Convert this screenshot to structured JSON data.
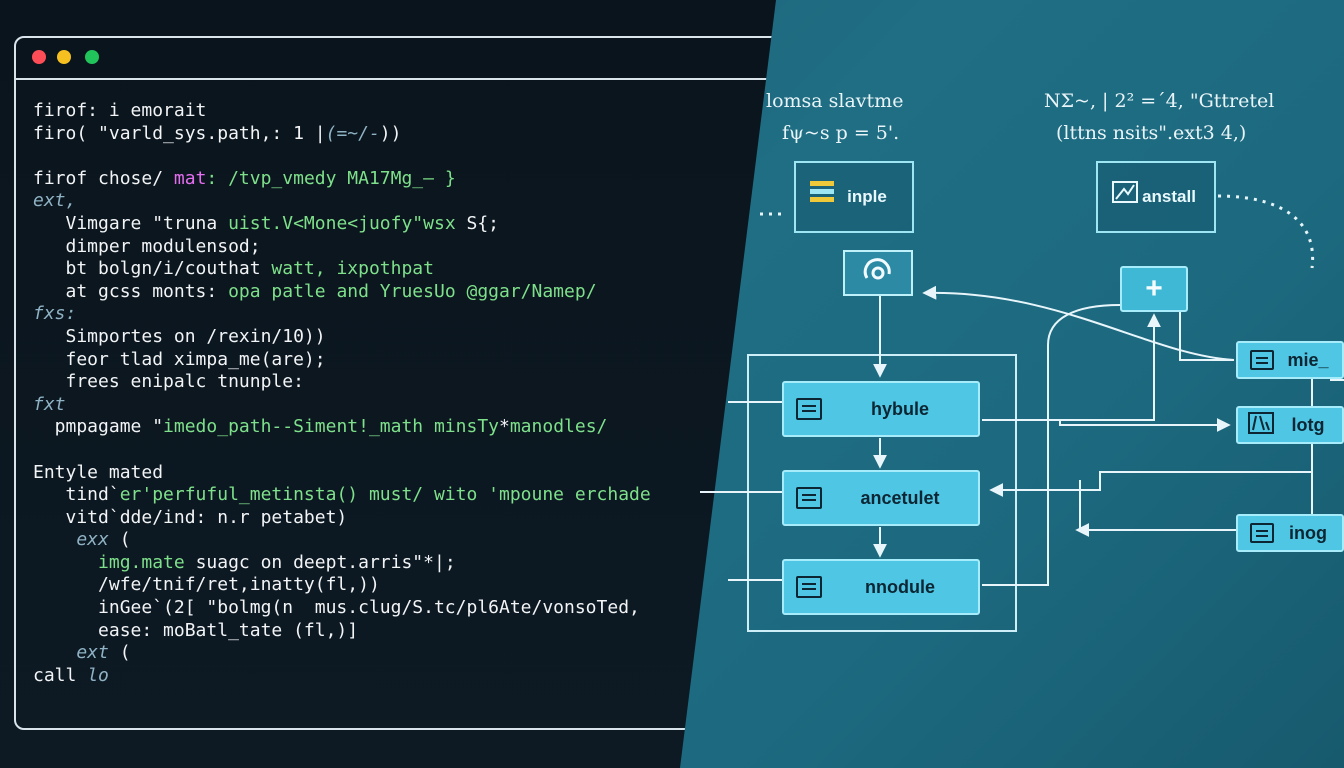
{
  "editor": {
    "window_controls": [
      "close",
      "minimize",
      "maximize"
    ],
    "lines": [
      [
        {
          "t": "firof: i emorait",
          "c": "w"
        }
      ],
      [
        {
          "t": "firo( \"varld_sys.path,: 1 ",
          "c": "w"
        },
        {
          "t": "|",
          "c": "w"
        },
        {
          "t": "(=~/-",
          "c": "dim"
        },
        {
          "t": "))",
          "c": "w"
        }
      ],
      [
        {
          "t": "",
          "c": "w"
        }
      ],
      [
        {
          "t": "firof chose/ ",
          "c": "w"
        },
        {
          "t": "mat",
          "c": "mag"
        },
        {
          "t": ": /tvp_vmedy MA17Mg_— }",
          "c": "green"
        }
      ],
      [
        {
          "t": "ext,",
          "c": "dim"
        }
      ],
      [
        {
          "t": "   Vimgare \"truna ",
          "c": "w"
        },
        {
          "t": "uist.V<Mone<juofy\"wsx",
          "c": "green"
        },
        {
          "t": " S{;",
          "c": "w"
        }
      ],
      [
        {
          "t": "   dimper modulensod;",
          "c": "w"
        }
      ],
      [
        {
          "t": "   bt bolgn/i/couthat ",
          "c": "w"
        },
        {
          "t": "watt, ixpothpat",
          "c": "green"
        }
      ],
      [
        {
          "t": "   at gcss monts: ",
          "c": "w"
        },
        {
          "t": "opa patle and YruesUo @ggar/Namep/",
          "c": "green"
        }
      ],
      [
        {
          "t": "fxs:",
          "c": "dim"
        }
      ],
      [
        {
          "t": "   Simportes on /rexin/10))",
          "c": "w"
        }
      ],
      [
        {
          "t": "   feor tlad ximpa_me(are);",
          "c": "w"
        }
      ],
      [
        {
          "t": "   frees enipalc tnunple:",
          "c": "w"
        }
      ],
      [
        {
          "t": "fxt",
          "c": "dim"
        }
      ],
      [
        {
          "t": "  pmpagame \"",
          "c": "w"
        },
        {
          "t": "imedo_path--Siment!_math minsTy",
          "c": "green"
        },
        {
          "t": "*",
          "c": "w"
        },
        {
          "t": "manodles/",
          "c": "green"
        }
      ],
      [
        {
          "t": "",
          "c": "w"
        }
      ],
      [
        {
          "t": "Entyle mated",
          "c": "w"
        }
      ],
      [
        {
          "t": "   tind`",
          "c": "w"
        },
        {
          "t": "er'perfuful_metinsta() must/ wito 'mpoune erchade",
          "c": "green"
        }
      ],
      [
        {
          "t": "   vitd`dde/ind: n.r petabet)",
          "c": "w"
        }
      ],
      [
        {
          "t": "    exx ",
          "c": "dim"
        },
        {
          "t": "(",
          "c": "w"
        }
      ],
      [
        {
          "t": "      img.mate ",
          "c": "green"
        },
        {
          "t": "suagc on deept.arris\"",
          "c": "w"
        },
        {
          "t": "*|;",
          "c": "w"
        }
      ],
      [
        {
          "t": "      /wfe/tnif/ret,inatty(fl,))",
          "c": "w"
        }
      ],
      [
        {
          "t": "      inGee`(2[ \"bolmg(n  mus.clug/S.tc/pl6Ate/vonsoTed,",
          "c": "w"
        }
      ],
      [
        {
          "t": "      ease: moBatl_tate (fl,)]",
          "c": "w"
        }
      ],
      [
        {
          "t": "    ext ",
          "c": "dim"
        },
        {
          "t": "(",
          "c": "w"
        }
      ],
      [
        {
          "t": "call ",
          "c": "w"
        },
        {
          "t": "lo",
          "c": "dim"
        }
      ]
    ]
  },
  "diagram": {
    "formulas": {
      "top_left_1": "lomsa slavtme",
      "top_left_2": "fψ~s p = 5'.",
      "top_right_1": "NΣ~, | 2² =´4, \"Gttretel",
      "top_right_2": "(lttns nsits\".ext3 4,)"
    },
    "outline_nodes": {
      "inple": "inple",
      "anstall": "anstall"
    },
    "nodes": {
      "hybule": "hybule",
      "ancetulet": "ancetulet",
      "nnodule": "nnodule",
      "mie": "mie_",
      "lotg": "lotg",
      "inog": "inog"
    },
    "plus_label": "+",
    "colors": {
      "node_fill": "#4fc6e4",
      "node_border": "#a6ecfb",
      "line": "#e8f6fb",
      "code_green": "#7ee08a",
      "code_magenta": "#e56ef0"
    }
  }
}
